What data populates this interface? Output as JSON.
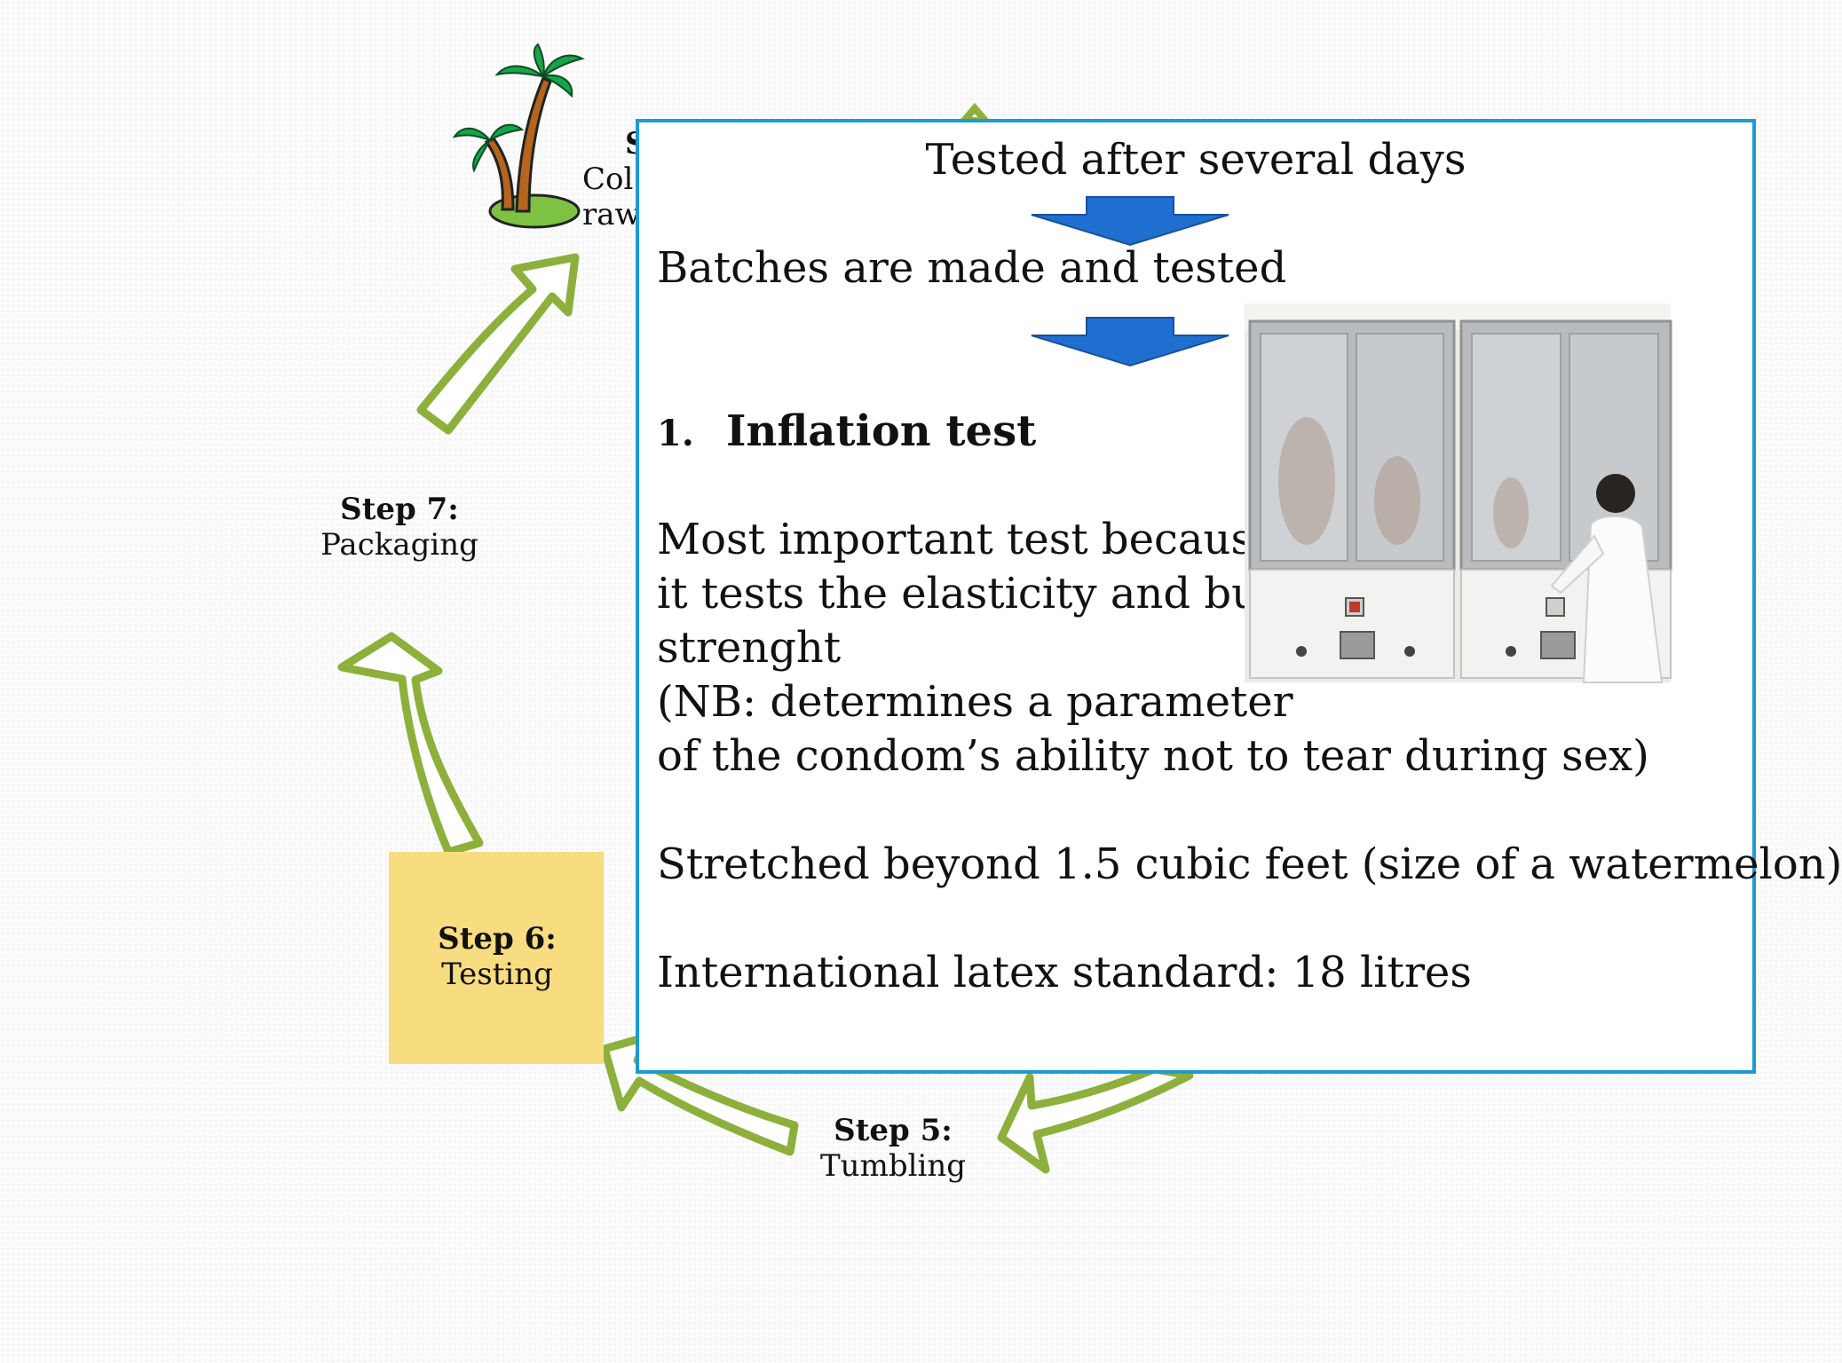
{
  "cycle": {
    "steps": [
      {
        "title": "Step 7:",
        "text": "Packaging"
      },
      {
        "title": "Step 6:",
        "text": "Testing"
      },
      {
        "title": "Step 5:",
        "text": "Tumbling"
      }
    ],
    "step1_partial": {
      "title": "S",
      "line1": "Col",
      "line2": "raw"
    },
    "arrow_color": "#8db03c",
    "highlight_color": "#f7dc80"
  },
  "popup": {
    "heading": "Tested after several days",
    "line_batches": "Batches are made and tested",
    "list_number": "1.",
    "list_title": "Inflation test",
    "para_lines": [
      "Most important test because",
      "it tests the elasticity and burst",
      "strenght",
      "(NB:  determines a parameter",
      " of the condom’s ability not to tear during sex)"
    ],
    "stretched": "Stretched beyond 1.5 cubic feet (size of a watermelon)",
    "standard": "International latex standard: 18 litres",
    "border_color": "#1a9bd7",
    "arrow_color": "#1f6fd0",
    "photo_icon": "inflation-test-machine-photo"
  }
}
